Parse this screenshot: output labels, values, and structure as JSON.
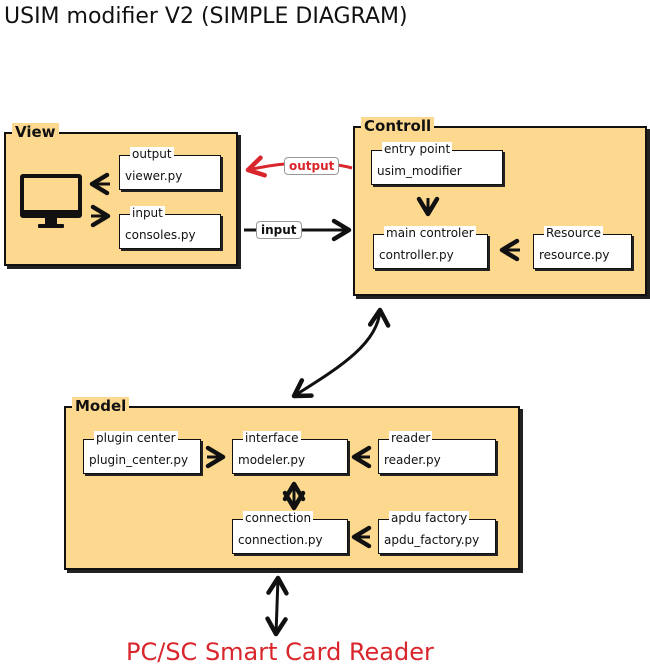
{
  "title": "USIM modifier V2 (SIMPLE DIAGRAM)",
  "footer": "PC/SC Smart Card Reader",
  "colors": {
    "panel": "#fdd98f",
    "accent_red": "#d9262c",
    "ink": "#111111"
  },
  "view": {
    "label": "View",
    "output_box": {
      "label": "output",
      "value": "viewer.py"
    },
    "input_box": {
      "label": "input",
      "value": "consoles.py"
    },
    "monitor_icon": "monitor-icon"
  },
  "controll": {
    "label": "Controll",
    "entry_box": {
      "label": "entry point",
      "value": "usim_modifier"
    },
    "main_box": {
      "label": "main controler",
      "value": "controller.py"
    },
    "resource_box": {
      "label": "Resource",
      "value": "resource.py"
    }
  },
  "links": {
    "output_tag": "output",
    "input_tag": "input"
  },
  "model": {
    "label": "Model",
    "plugin_box": {
      "label": "plugin center",
      "value": "plugin_center.py"
    },
    "interface_box": {
      "label": "interface",
      "value": "modeler.py"
    },
    "reader_box": {
      "label": "reader",
      "value": "reader.py"
    },
    "connection_box": {
      "label": "connection",
      "value": "connection.py"
    },
    "apdu_box": {
      "label": "apdu factory",
      "value": "apdu_factory.py"
    }
  }
}
